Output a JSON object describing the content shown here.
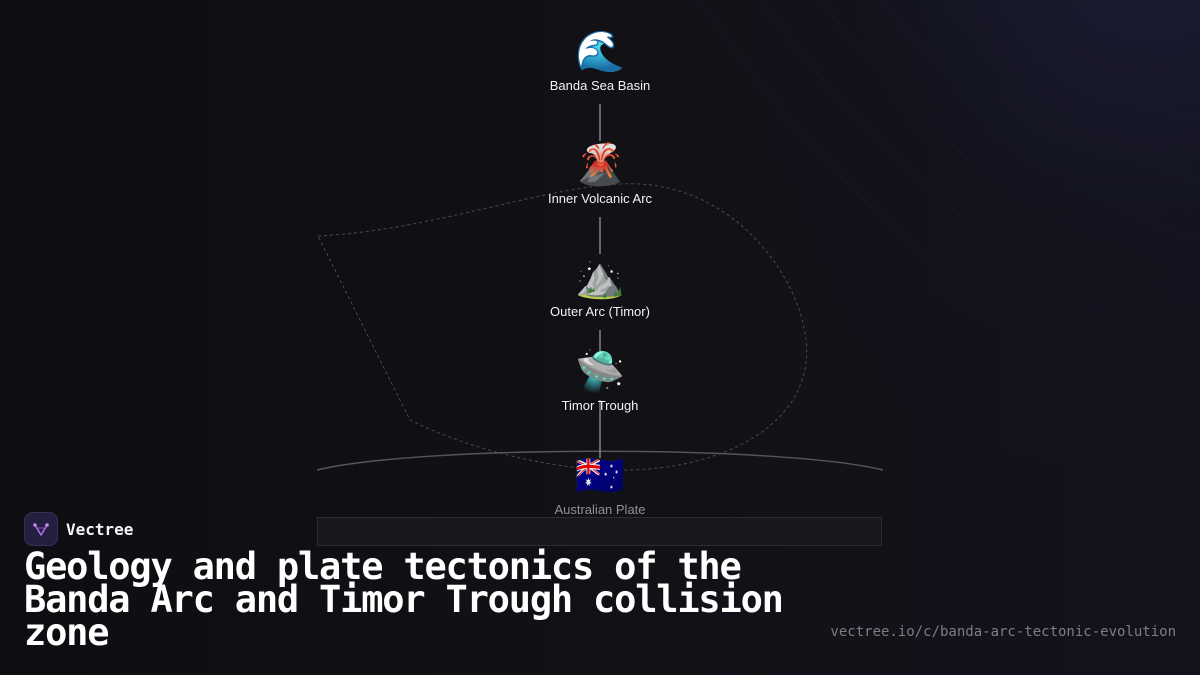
{
  "diagram": {
    "nodes": [
      {
        "id": "banda-sea-basin",
        "emoji": "🌊",
        "label": "Banda Sea Basin"
      },
      {
        "id": "inner-volcanic-arc",
        "emoji": "🌋",
        "label": "Inner Volcanic Arc"
      },
      {
        "id": "outer-arc-timor",
        "emoji": "⛰️",
        "label": "Outer Arc (Timor)"
      },
      {
        "id": "timor-trough",
        "emoji": "🛸",
        "label": "Timor Trough"
      },
      {
        "id": "australian-plate",
        "emoji": "🇦🇺",
        "label": "Australian Plate"
      }
    ],
    "edges": [
      [
        "banda-sea-basin",
        "inner-volcanic-arc"
      ],
      [
        "inner-volcanic-arc",
        "outer-arc-timor"
      ],
      [
        "outer-arc-timor",
        "timor-trough"
      ],
      [
        "timor-trough",
        "australian-plate"
      ]
    ]
  },
  "brand": {
    "name": "Vectree",
    "logo_icon": "vectree-logo-icon"
  },
  "title": "Geology and plate tectonics of the Banda Arc and Timor Trough collision zone",
  "url": "vectree.io/c/banda-arc-tectonic-evolution",
  "colors": {
    "background": "#0f0f14",
    "edge": "#8a8a90",
    "dashed_outline": "#4a4a52",
    "brand_logo_bg": "#231f3f",
    "brand_logo_glyph": "#b06be8"
  }
}
